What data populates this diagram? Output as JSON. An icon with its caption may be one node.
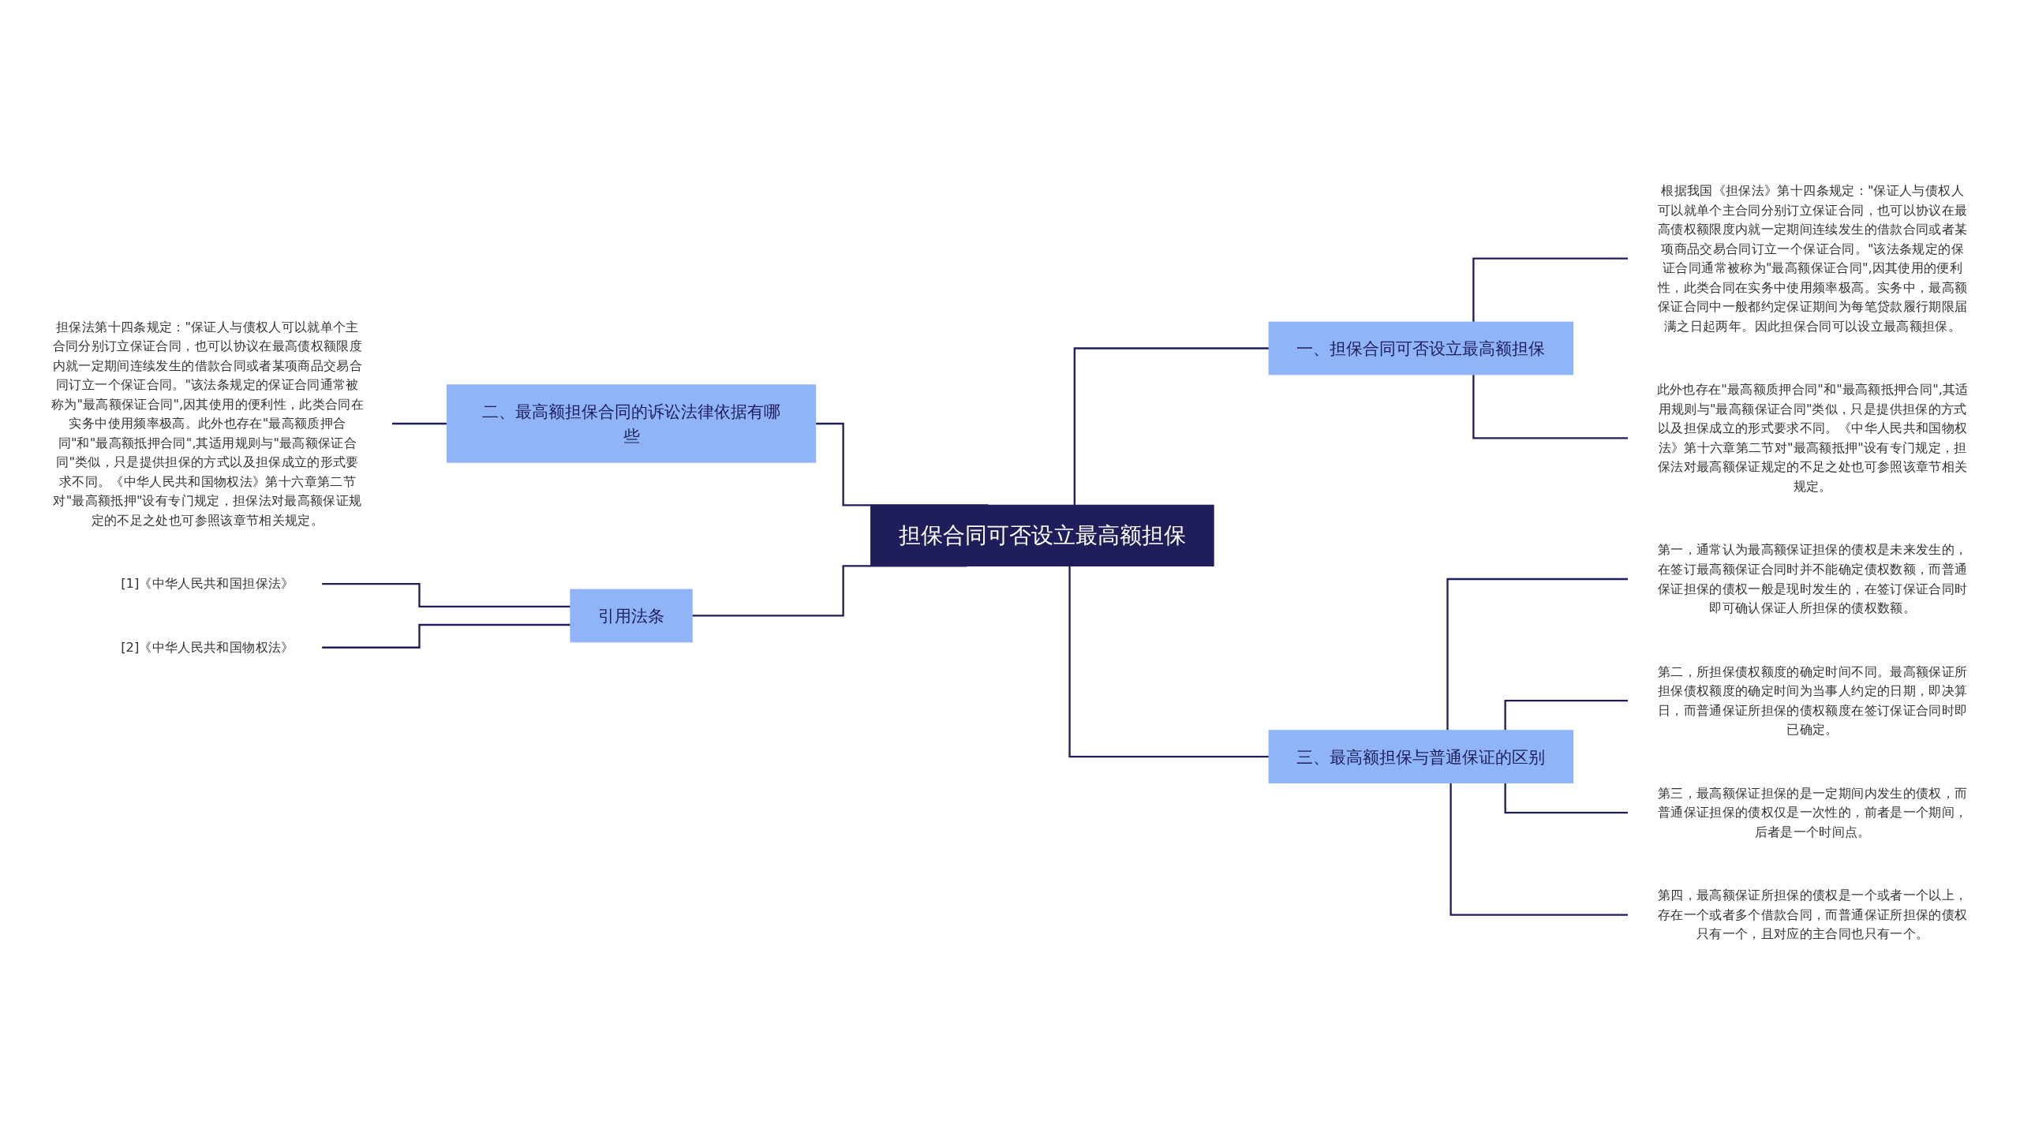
{
  "diagram": {
    "nodes": [
      {
        "text": [
          "担保合同可否设立最高额担保"
        ]
      },
      {
        "text": [
          "二、最高额担保合同的诉讼法律依据有哪些"
        ]
      },
      {
        "text": [
          "担保法第十四条规定：\"保证人与债权人可以就单个主合同分别订立保证合同，也可以协议在最高债权额限度内就一定期间连续发生的借款合同或者某项商品交易合同订立一个保证合同。\"该法条规定的保证合同通常被称为\"最高额保证合同\",因其使用的便利性，此类合同在实务中使用频率极高。此外也存在\"最高额质押合同\"和\"最高额抵押合同\",其适用规则与\"最高额保证合同\"类似，只是提供担保的方式以及担保成立的形式要求不同。《中华人民共和国物权法》第十六章第二节对\"最高额抵押\"设有专门规定，担保法对最高额保证规定的不足之处也可参照该章节相关规定。"
        ]
      },
      {
        "text": [
          "引用法条"
        ]
      },
      {
        "text": [
          "[1]《中华人民共和国担保法》"
        ]
      },
      {
        "text": [
          "[2]《中华人民共和国物权法》"
        ]
      },
      {
        "text": [
          "一、担保合同可否设立最高额担保"
        ]
      },
      {
        "text": [
          "根据我国《担保法》第十四条规定：\"保证人与债权人可以就单个主合同分别订立保证合同，也可以协议在最高债权额限度内就一定期间连续发生的借款合同或者某项商品交易合同订立一个保证合同。\"该法条规定的保证合同通常被称为\"最高额保证合同\",因其使用的便利性，此类合同在实务中使用频率极高。实务中，最高额保证合同中一般都约定保证期间为每笔贷款履行期限届满之日起两年。因此担保合同可以设立最高额担保。"
        ]
      },
      {
        "text": [
          "此外也存在\"最高额质押合同\"和\"最高额抵押合同\",其适用规则与\"最高额保证合同\"类似，只是提供担保的方式以及担保成立的形式要求不同。《中华人民共和国物权法》第十六章第二节对\"最高额抵押\"设有专门规定，担保法对最高额保证规定的不足之处也可参照该章节相关规定。"
        ]
      },
      {
        "text": [
          "三、最高额担保与普通保证的区别"
        ]
      },
      {
        "text": [
          "第一，通常认为最高额保证担保的债权是未来发生的，在签订最高额保证合同时并不能确定债权数额，而普通保证担保的债权一般是现时发生的，在签订保证合同时即可确认保证人所担保的债权数额。"
        ]
      },
      {
        "text": [
          "第二，所担保债权额度的确定时间不同。最高额保证所担保债权额度的确定时间为当事人约定的日期，即决算日，而普通保证所担保的债权额度在签订保证合同时即已确定。"
        ]
      },
      {
        "text": [
          "第三，最高额保证担保的是一定期间内发生的债权，而普通保证担保的债权仅是一次性的，前者是一个期间，后者是一个时间点。"
        ]
      },
      {
        "text": [
          "第四，最高额保证所担保的债权是一个或者一个以上，存在一个或者多个借款合同，而普通保证所担保的债权只有一个，且对应的主合同也只有一个。"
        ]
      }
    ],
    "edges": [
      {
        "from": 0,
        "to": 1,
        "arrow": "none"
      },
      {
        "from": 1,
        "to": 2,
        "arrow": "none"
      },
      {
        "from": 0,
        "to": 3,
        "arrow": "none"
      },
      {
        "from": 3,
        "to": 4,
        "arrow": "none"
      },
      {
        "from": 3,
        "to": 5,
        "arrow": "none"
      },
      {
        "from": 0,
        "to": 6,
        "arrow": "none"
      },
      {
        "from": 6,
        "to": 7,
        "arrow": "none"
      },
      {
        "from": 6,
        "to": 8,
        "arrow": "none"
      },
      {
        "from": 0,
        "to": 9,
        "arrow": "none"
      },
      {
        "from": 9,
        "to": 10,
        "arrow": "none"
      },
      {
        "from": 9,
        "to": 11,
        "arrow": "none"
      },
      {
        "from": 9,
        "to": 12,
        "arrow": "none"
      },
      {
        "from": 9,
        "to": 13,
        "arrow": "none"
      }
    ]
  }
}
